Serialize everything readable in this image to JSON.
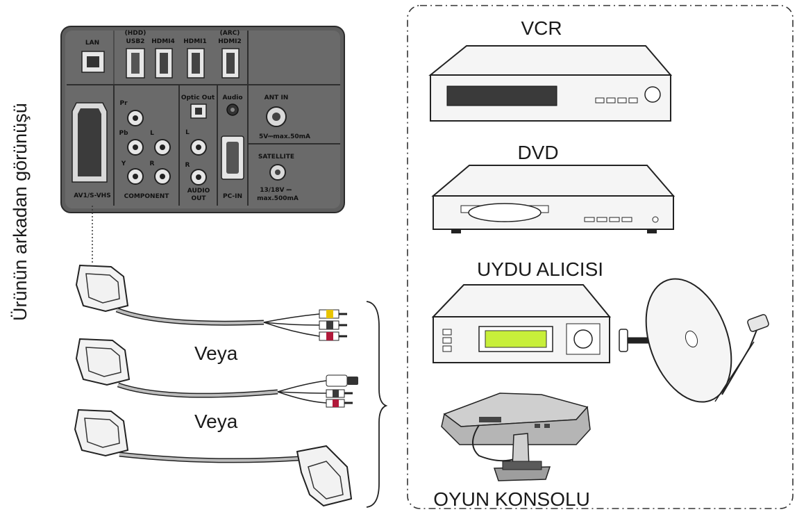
{
  "side_caption": "Ürünün arkadan görünüşü",
  "or_label": "Veya",
  "panel": {
    "lan": "LAN",
    "hdd": "(HDD)",
    "usb2": "USB2",
    "hdmi4": "HDMI4",
    "hdmi1": "HDMI1",
    "arc": "(ARC)",
    "hdmi2": "HDMI2",
    "scart": "AV1/S-VHS",
    "pr": "Pr",
    "pb": "Pb",
    "y": "Y",
    "l": "L",
    "r": "R",
    "component": "COMPONENT",
    "optic_out": "Optic Out",
    "audio": "Audio",
    "audio_out_1": "AUDIO",
    "audio_out_2": "OUT",
    "pc_in": "PC-IN",
    "ant_in": "ANT IN",
    "ant_power": "5V⎓max.50mA",
    "satellite": "SATELLITE",
    "sat_power_1": "13/18V ⎓",
    "sat_power_2": "max.500mA"
  },
  "devices": {
    "vcr": "VCR",
    "dvd": "DVD",
    "satellite_receiver": "UYDU ALICISI",
    "game_console": "OYUN KONSOLU"
  }
}
